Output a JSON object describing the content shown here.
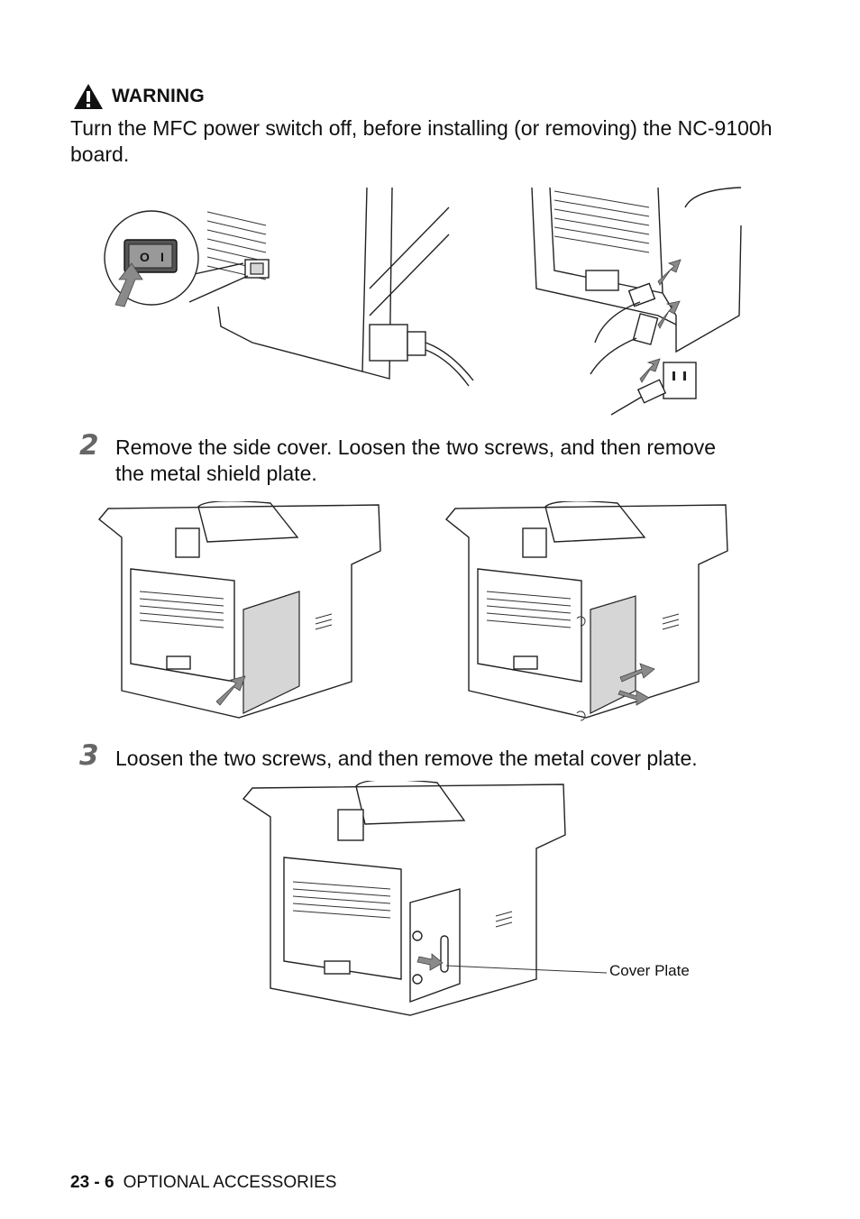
{
  "warning": {
    "label": "WARNING",
    "text": "Turn the MFC power switch off, before installing (or removing) the NC-9100h board."
  },
  "steps": [
    {
      "number": "2",
      "text": "Remove the side cover. Loosen the two screws, and then remove the metal shield plate."
    },
    {
      "number": "3",
      "text": "Loosen the two screws, and then remove the metal cover plate."
    }
  ],
  "figures": {
    "switch_label_off": "O",
    "switch_label_on": "I",
    "cover_plate_callout": "Cover Plate"
  },
  "footer": {
    "page": "23 - 6",
    "section": "OPTIONAL ACCESSORIES"
  },
  "icons": [
    "warning-triangle-icon"
  ]
}
